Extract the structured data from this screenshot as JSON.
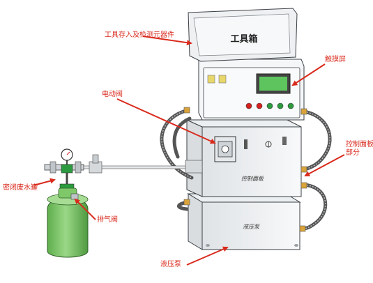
{
  "toolbox_lid_title": "工具箱",
  "control_panel_plate": "控制面板",
  "hydraulic_pump_plate": "液压泵",
  "annotations": {
    "tool_storage": "工具存入及检测元器件",
    "touchscreen": "触摸屏",
    "electric_valve": "电动阀",
    "control_panel": "控制面板部分",
    "sealed_waste_tank": "密闭废水罐",
    "vent_valve": "排气阀",
    "hydraulic_pump": "液压泵"
  },
  "colors": {
    "annotation": "#d92a1c",
    "panel_fill": "#f4f6f7",
    "outline": "#3a3f44",
    "tank_green": "#7fc86a",
    "screen_green": "#5ec45e",
    "indicator_red": "#d8211e",
    "indicator_green": "#2c9b3f",
    "indicator_yellow": "#e8d76a"
  }
}
